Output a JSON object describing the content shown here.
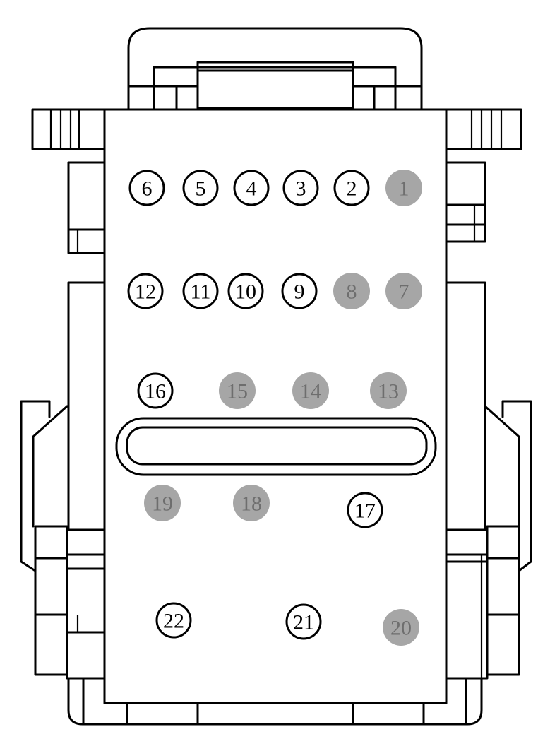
{
  "diagram": {
    "colors": {
      "outline": "#000000",
      "occupied_fill": "#a6a6a6",
      "occupied_text": "#6e6e6e",
      "empty_fill": "#ffffff",
      "empty_text": "#000000"
    },
    "pins": [
      {
        "label": "1",
        "filled": true
      },
      {
        "label": "2",
        "filled": false
      },
      {
        "label": "3",
        "filled": false
      },
      {
        "label": "4",
        "filled": false
      },
      {
        "label": "5",
        "filled": false
      },
      {
        "label": "6",
        "filled": false
      },
      {
        "label": "7",
        "filled": true
      },
      {
        "label": "8",
        "filled": true
      },
      {
        "label": "9",
        "filled": false
      },
      {
        "label": "10",
        "filled": false
      },
      {
        "label": "11",
        "filled": false
      },
      {
        "label": "12",
        "filled": false
      },
      {
        "label": "13",
        "filled": true
      },
      {
        "label": "14",
        "filled": true
      },
      {
        "label": "15",
        "filled": true
      },
      {
        "label": "16",
        "filled": false
      },
      {
        "label": "17",
        "filled": false
      },
      {
        "label": "18",
        "filled": true
      },
      {
        "label": "19",
        "filled": true
      },
      {
        "label": "20",
        "filled": true
      },
      {
        "label": "21",
        "filled": false
      },
      {
        "label": "22",
        "filled": false
      }
    ]
  }
}
